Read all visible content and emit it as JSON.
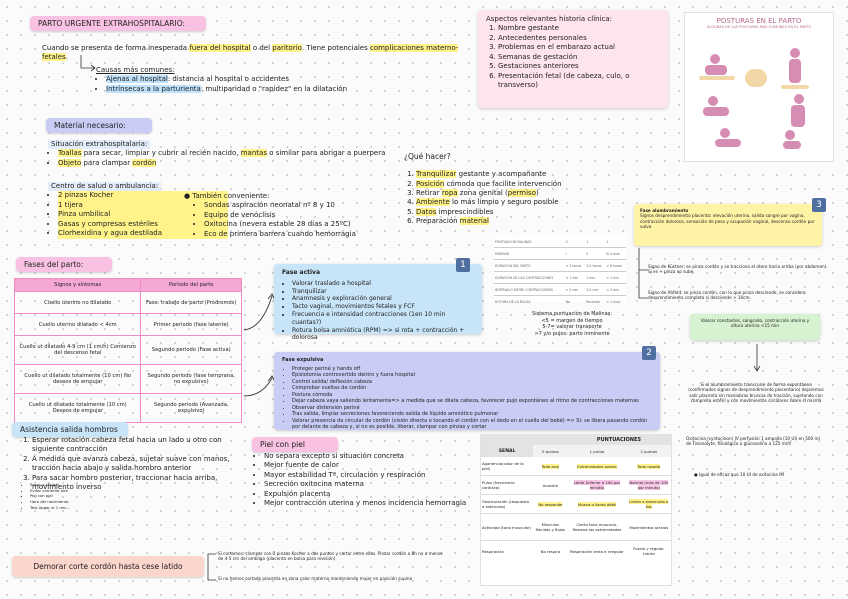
{
  "header": {
    "title": "PARTO URGENTE EXTRAHOSPITALARIO:",
    "intro_a": "Cuando se presenta de forma inesperada ",
    "intro_b": "fuera del hospital",
    "intro_c": " o del ",
    "intro_d": "paritorio",
    "intro_e": ". Tiene potenciales ",
    "intro_f": "complicaciones materno-fetales",
    "intro_g": "."
  },
  "causas": {
    "title": "Causas más comunes:",
    "items": [
      {
        "hl": "Ajenas al hospital",
        "rest": ": distancia al hospital o accidentes"
      },
      {
        "hl": "Intrínsecas a la parturienta",
        "rest": ": multiparidad o \"rapidez\" en la dilatación"
      }
    ]
  },
  "historia": {
    "title": "Aspectos relevantes historia clínica:",
    "items": [
      "Nombre gestante",
      "Antecedentes personales",
      "Problemas en el embarazo actual",
      "Semanas de gestación",
      "Gestaciones anteriores",
      "Presentación fetal (de cabeza, culo, o transverso)"
    ]
  },
  "posturas": {
    "title": "POSTURAS EN EL PARTO",
    "subtitle": "ALGUNAS DE LAS POSTURAS MÁS COMUNES EN EL PARTO"
  },
  "material": {
    "title": "Material necesario:",
    "situacion_title": "Situación extrahospitalaria:",
    "situacion_items": [
      {
        "hl": "Toallas",
        "rest": " para secar, limpiar y cubrir al recién nacido, ",
        "hl2": "mantas",
        "rest2": " o similar para abrigar a puerpera"
      },
      {
        "hl": "Objeto",
        "rest": " para clampar ",
        "hl2": "cordón",
        "rest2": ""
      }
    ],
    "centro_title": "Centro de salud o ambulancia:",
    "centro_items": [
      "2 pinzas Kocher",
      "1 tijera",
      "Pinza umbilical",
      "Gasas y compresas estériles",
      "Clorhexidina y agua destilada"
    ],
    "conveniente_title": "También conveniente:",
    "conveniente_items": [
      "Sondas aspiración neonatal nº 8 y 10",
      "Equipo de venóclisis",
      "Oxitocina (nevera estable 28 días a 25ºC)",
      "Eco de primera barrera cuando hemorragia"
    ]
  },
  "que_hacer": {
    "title": "¿Qué hacer?",
    "items": [
      {
        "hl": "Tranquilizar",
        "rest": " gestante y acompañante"
      },
      {
        "hl": "Posición",
        "rest": " cómoda que facilite intervención"
      },
      {
        "hl": "",
        "rest": "Retirar ",
        "hl2": "ropa",
        "rest2": " zona genital (",
        "hl3": "permiso",
        "rest3": ")"
      },
      {
        "hl": "Ambiente",
        "rest": " lo más limpio y seguro posible"
      },
      {
        "hl": "Datos",
        "rest": " imprescindibles"
      },
      {
        "hl": "",
        "rest": "Preparación ",
        "hl2": "material",
        "rest2": ""
      }
    ]
  },
  "fases": {
    "title": "Fases del parto:",
    "headers": [
      "Signos y síntomas",
      "Período del parto"
    ],
    "rows": [
      [
        "Cuello uterino no dilatado",
        "Fase: trabajo de parto (Pródromos)"
      ],
      [
        "Cuello uterino dilatado < 4cm",
        "Primer periodo (fase latente)"
      ],
      [
        "Cuello ut dilatado 4-9 cm (1 cm/h) Comienzo del descenso fetal",
        "Segundo periodo (Fase activa)"
      ],
      [
        "Cuello ut dilatado totalmente (10 cm) No deseos de empujar",
        "Segundo periodo (fase temprana, no expulsivo)"
      ],
      [
        "Cuello ut dilatado totalmente (10 cm) Deseos de empujar",
        "Segundo periodo (Avanzada, expulsivo)"
      ]
    ]
  },
  "fase_activa": {
    "title": "Fase activa",
    "items": [
      "Valorar traslado a hospital",
      "Tranquilizar",
      "Anamnesis y exploración general",
      "Tacto vaginal, movimientos fetales y FCF",
      "Frecuencia e intensidad contracciones (1en 10 min cuantas?)",
      "Rotura bolsa amniótica (RPM) => si rota + contracción + dolorosa"
    ],
    "badge": "1"
  },
  "malinas": {
    "line1": "Sistema puntuación de Malinas:",
    "line2": "<5 = margen de tiempo",
    "line3": "5-7= valorar transporte",
    "line4": ">7 y/o pujos: parto inminente"
  },
  "fase_expulsiva": {
    "title": "Fase expulsiva",
    "items": [
      "Proteger periné y hands off",
      "Episiotomía controvertido dentro y fuera hospital",
      "Control salida/ deflexión cabeza",
      "Comprobar vueltas de cordón",
      "Postura cómoda",
      "Dejar cabeza vaya saliendo lentamente=> a medida que se dilata cabeza, favorecer pujo espontáneo al ritmo de contracciones maternas",
      "Observar distensión periné",
      "Tras salida, limpiar secreciones favoreciendo salida de líquido amniótico pulmonar",
      "Valorar presencia de circular de cordón (visión directa o tocando el cordón con el dedo en el cuello del bebé) => Si: se libera pasando cordón por delante de cabeza y, si no es posible, liberar, clampar con pinzas y cortar"
    ],
    "badge": "2"
  },
  "alumbramiento": {
    "title": "Fase alumbramiento",
    "text": "Signos desprendimiento placenta: elevación uterina, salida sangre por vagina, contracción dolorosa, sensación de peso y ocupación vaginal, descenso cordón por vulva",
    "badge": "3",
    "kustner": "Signo de Küstner: se pinza cordón y se tracciona el útero hacia arriba (por abdomen). Si es + pinza no sube",
    "ahfeld": "Signo de Ahfeld: se pinza cordón, con lo que pinza desciende, se considera desprendimiento completo si desciende > 10cm.",
    "valorar": "Valorar constantes, sangrado, contracción uterina y altura uterina <15 min",
    "transcurso": "Si el alumbramiento transcurre de forma espontánea (confirmados signos de desprendimiento placentario) dejaremos salir placenta sin maniobras bruscas de tracción, sujetando con compresa estéril y con movimientos circulares sobre sí misma",
    "oxitocina": "Oxitocina (syntocinon) IV perfusión 1 ampolla (10 UI) en 500 ml de Fisionolyte, fisiológico o glucosalino a 125 ml/h",
    "eficaz": "Igual de eficaz que 10 UI de oxitocina IM"
  },
  "asistencia": {
    "title": "Asistencia salida hombros",
    "items": [
      "Esperar rotación cabeza fetal hacia un lado u otro con siguiente contracción",
      "A medida que avanza cabeza, sujetar suave con manos, tracción hacia abajo y salida hombro anterior",
      "Para sacar hombro posterior, traccionar hacia arriba, movimiento inverso"
    ],
    "small": [
      "Secar y abrigar",
      "Evitar corriente aire",
      "Piel con piel",
      "Hora del nacimiento",
      "Test Apgar al 1 min..."
    ]
  },
  "piel": {
    "title": "Piel con piel",
    "items": [
      "No separa excepto si situación concreta",
      "Mejor fuente de calor",
      "Mayor estabilidad Tª, circulación y respiración",
      "Secreción oxitocina materna",
      "Expulsión placenta",
      "Mejor contracción uterina y menos incidencia hemorragia"
    ]
  },
  "demorar": {
    "label": "Demorar corte cordón hasta cese latido",
    "note1": "Si cortamos: clampar con 2 pinzas Kocher a dos puntos y cortar entre ellas. Pinzar cordón a 8h no a menos de 4-5 cm del ombligo (placenta en bolsa para revisión)",
    "note2": "Si no hemos cortado placenta en zona calor materno manteniendo mujer en posición supina"
  },
  "puntuaciones": {
    "title": "PUNTUACIONES",
    "header": [
      "SEÑAL",
      "0 puntos",
      "1 punto",
      "2 puntos"
    ],
    "rows": [
      [
        "Apariencia(color de la piel)",
        "Todo azul",
        "Extremidades azules",
        "Todo rosado"
      ],
      [
        "Pulso (frecuencia cardiaca)",
        "Ausente",
        "Lento (inferior a 100 por minuto)",
        "Normal (más de 100 por minuto)"
      ],
      [
        "Gesticulación (respuesta a estímulos)",
        "No responde",
        "Mueca o llanto débil",
        "Llanto o estornudo o tos"
      ],
      [
        "Actividad (tono muscular)",
        "Músculos flácidos y flojos",
        "Cierto tono muscular, flexiona las extremidades",
        "Movimientos activos"
      ],
      [
        "Respiración",
        "No respira",
        "Respiración lenta e irregular",
        "Fuerte y regular. Llanto"
      ]
    ]
  },
  "mini_table": {
    "rows": [
      [
        "PUNTUACIÓN MALINAS",
        "0",
        "1",
        "2"
      ],
      [
        "PARIDAD",
        "I",
        "II",
        "III o más"
      ],
      [
        "DURACIÓN DEL PARTO",
        "< 3 horas",
        "3-5 horas",
        "> 6 horas"
      ],
      [
        "DURACIÓN DE LAS CONTRACCIONES",
        "< 1 min",
        "1 min",
        "> 1 min"
      ],
      [
        "INTERVALO ENTRE CONTRACCIONES",
        "> 5 min",
        "3-5 min",
        "< 3 min"
      ],
      [
        "ROTURA DE LA BOLSA",
        "No",
        "Reciente",
        "> 1 hora"
      ]
    ]
  },
  "colors": {
    "pink": "#f4c9e6",
    "pink_dark": "#f5a0ce",
    "blue": "#c7e4f8",
    "lavender": "#c9cdf6",
    "yellow": "#fff7b8",
    "green": "#d6f2d0",
    "peach": "#fbd6cc"
  }
}
